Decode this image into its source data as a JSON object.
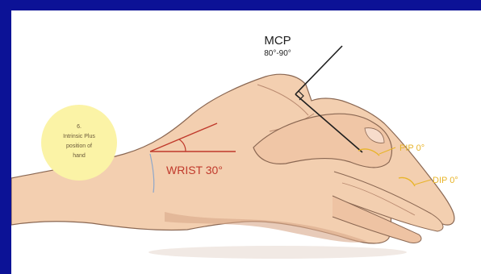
{
  "colors": {
    "frame": "#0c1296",
    "skin": "#f3cfb0",
    "skin_shadow": "#d8a98a",
    "outline": "#8a6752",
    "wrist_line": "#c0392b",
    "joint_label": "#e8b429",
    "badge": "#fbf3a6"
  },
  "badge": {
    "number": "6.",
    "line1": "Intrinsic Plus",
    "line2": "position of",
    "line3": "hand"
  },
  "labels": {
    "mcp": "MCP",
    "mcp_angle": "80°-90°",
    "wrist": "WRIST 30°",
    "pip": "PIP 0°",
    "dip": "DIP 0°"
  }
}
